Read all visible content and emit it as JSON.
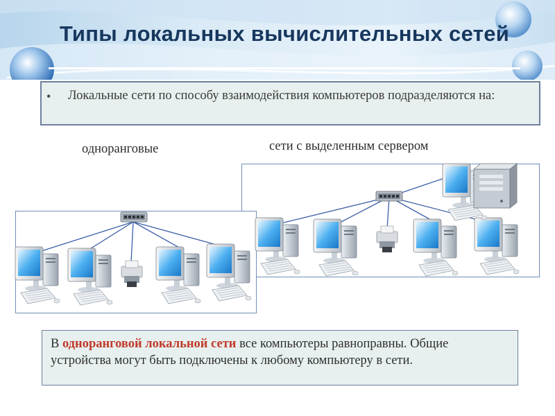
{
  "title": "Типы локальных вычислительных сетей",
  "bullet": "Локальные сети по способу взаимодействия компьютеров подразделяются на:",
  "left_label": "одноранговые",
  "right_label": "сети с выделенным сервером",
  "note": {
    "prefix": "В ",
    "highlight": "одноранговой локальной сети",
    "suffix": " все компьютеры равноправны. Общие устройства могут быть подключены к любому компьютеру в сети."
  },
  "colors": {
    "title": "#17375e",
    "highlight": "#c0392b",
    "box_fill": "#e7f0ee",
    "box_border": "#6d7f9c",
    "link_line": "#3b5fa8"
  },
  "diagrams": [
    {
      "name": "peer-to-peer",
      "devices": [
        "computer",
        "computer",
        "printer",
        "computer",
        "computer"
      ],
      "hub": "switch"
    },
    {
      "name": "dedicated-server",
      "devices": [
        "computer",
        "computer",
        "printer",
        "computer",
        "computer",
        "server"
      ],
      "hub": "switch"
    }
  ]
}
